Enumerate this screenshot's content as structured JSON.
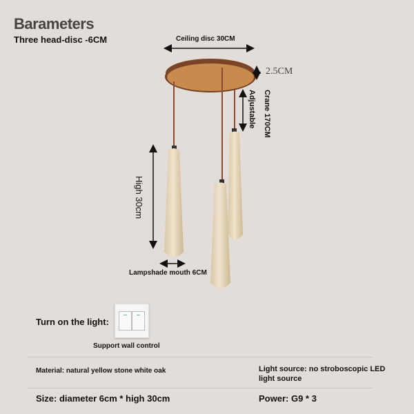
{
  "title": "Barameters",
  "subtitle": "Three head-disc -6CM",
  "dimensions": {
    "ceiling_disc": "Ceiling disc 30CM",
    "disc_height": "2.5CM",
    "adjustable": "Adjustable",
    "crane": "Crane 170CM",
    "high": "High 30cm",
    "lampshade_mouth": "Lampshade mouth 6CM"
  },
  "control": {
    "label": "Turn on the light:",
    "caption": "Support wall control"
  },
  "specs": {
    "material": "Material: natural yellow stone white oak",
    "light_source": "Light source: no stroboscopic LED light source",
    "size": "Size: diameter 6cm * high 30cm",
    "power": "Power: G9 * 3"
  },
  "colors": {
    "background": "#e2ddd8",
    "wood": "#c98a4e",
    "stone": "#e6d7bd",
    "cord": "#8a4a32"
  }
}
